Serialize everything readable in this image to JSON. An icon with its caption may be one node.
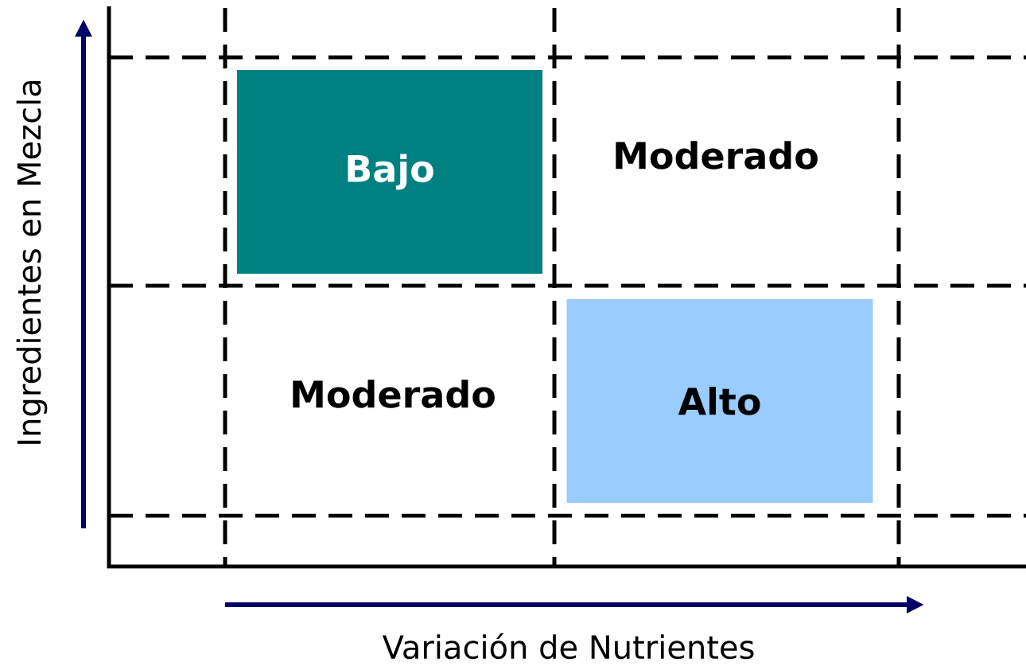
{
  "diagram": {
    "nodes": [
      {
        "text": [
          "Bajo"
        ]
      },
      {
        "text": [
          "Moderado"
        ]
      },
      {
        "text": [
          "Moderado"
        ]
      },
      {
        "text": [
          "Alto"
        ]
      }
    ],
    "labels": [
      "Ingredientes en Mezcla",
      "Variación de Nutrientes"
    ]
  }
}
